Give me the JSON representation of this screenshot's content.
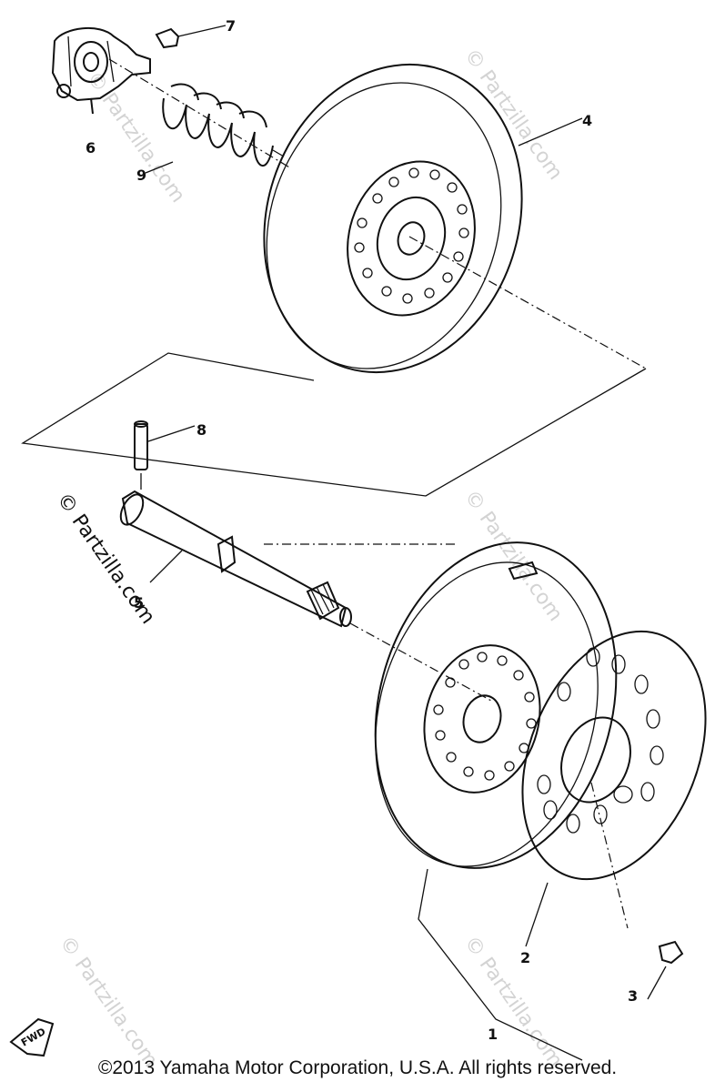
{
  "callouts": {
    "c1": "1",
    "c2": "2",
    "c3": "3",
    "c4": "4",
    "c5": "5",
    "c6": "6",
    "c7": "7",
    "c8": "8",
    "c9": "9"
  },
  "fwd_label": "FWD",
  "watermark": {
    "brand": "© Partzilla.com",
    "brand_short": "© Partzilla.com"
  },
  "copyright": "©2013 Yamaha Motor Corporation, U.S.A. All rights reserved."
}
